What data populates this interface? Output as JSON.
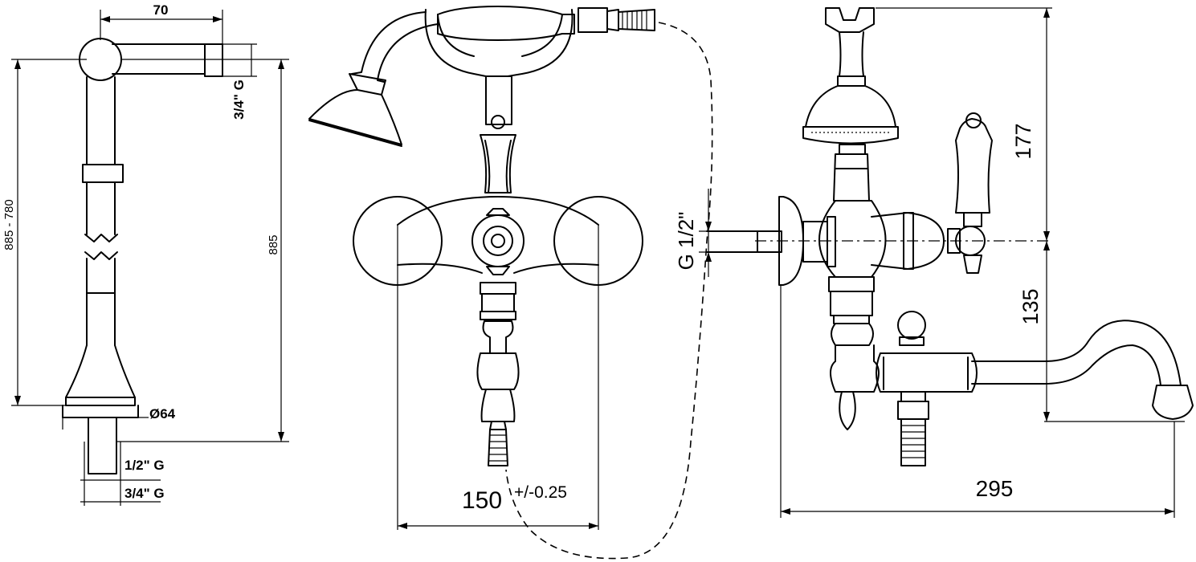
{
  "dimensions": {
    "arm_length": "70",
    "inlet_top": "3/4\" G",
    "height_range": "885 - 780",
    "height": "885",
    "base_diameter": "Ø64",
    "inlet_bottom_a": "1/2\" G",
    "inlet_bottom_b": "3/4\" G",
    "center_distance": "150",
    "tolerance": "+/-0.25",
    "connection": "G 1/2\"",
    "shower_height": "177",
    "spout_height": "135",
    "spout_length": "295"
  }
}
